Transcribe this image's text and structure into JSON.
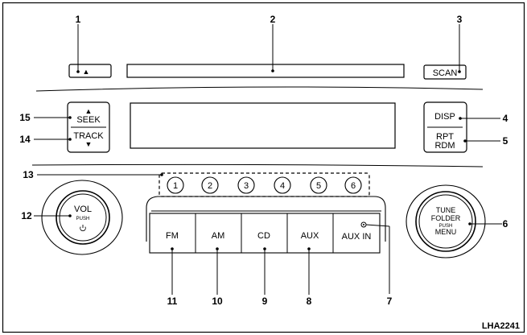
{
  "figure_id": "LHA2241",
  "controls": {
    "eject_symbol": "▲",
    "scan": "SCAN",
    "seek": "SEEK",
    "track": "TRACK",
    "seek_arrow": "▲",
    "track_arrow": "▼",
    "disp": "DISP",
    "rpt": "RPT",
    "rdm": "RDM",
    "presets": [
      "1",
      "2",
      "3",
      "4",
      "5",
      "6"
    ],
    "vol": "VOL",
    "vol_push": "PUSH",
    "power_symbol": "⏻",
    "tune": "TUNE",
    "folder": "FOLDER",
    "tune_push": "PUSH",
    "menu": "MENU",
    "fm": "FM",
    "am": "AM",
    "cd": "CD",
    "aux": "AUX",
    "aux_in": "AUX IN"
  },
  "callouts": {
    "c1": "1",
    "c2": "2",
    "c3": "3",
    "c4": "4",
    "c5": "5",
    "c6": "6",
    "c7": "7",
    "c8": "8",
    "c9": "9",
    "c10": "10",
    "c11": "11",
    "c12": "12",
    "c13": "13",
    "c14": "14",
    "c15": "15"
  },
  "icons": [
    "eject-icon",
    "up-arrow-icon",
    "down-arrow-icon",
    "power-icon",
    "aux-jack-icon"
  ]
}
